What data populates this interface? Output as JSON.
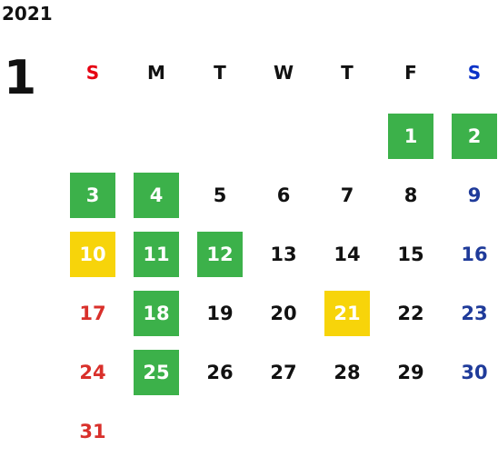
{
  "year": "2021",
  "month": "1",
  "colors": {
    "sunday_header": "#e60012",
    "saturday_header": "#0b33c8",
    "sunday": "#d9302b",
    "saturday": "#1f3b9a",
    "weekday": "#111111",
    "holiday_green": "#3cb14a",
    "highlight_yellow": "#f7d40a"
  },
  "weekdays": [
    "S",
    "M",
    "T",
    "W",
    "T",
    "F",
    "S"
  ],
  "days": [
    {
      "label": "1",
      "col": 5,
      "row": 0,
      "highlight": "green"
    },
    {
      "label": "2",
      "col": 6,
      "row": 0,
      "highlight": "green"
    },
    {
      "label": "3",
      "col": 0,
      "row": 1,
      "highlight": "green"
    },
    {
      "label": "4",
      "col": 1,
      "row": 1,
      "highlight": "green"
    },
    {
      "label": "5",
      "col": 2,
      "row": 1,
      "highlight": ""
    },
    {
      "label": "6",
      "col": 3,
      "row": 1,
      "highlight": ""
    },
    {
      "label": "7",
      "col": 4,
      "row": 1,
      "highlight": ""
    },
    {
      "label": "8",
      "col": 5,
      "row": 1,
      "highlight": ""
    },
    {
      "label": "9",
      "col": 6,
      "row": 1,
      "highlight": ""
    },
    {
      "label": "10",
      "col": 0,
      "row": 2,
      "highlight": "yellow"
    },
    {
      "label": "11",
      "col": 1,
      "row": 2,
      "highlight": "green"
    },
    {
      "label": "12",
      "col": 2,
      "row": 2,
      "highlight": "green"
    },
    {
      "label": "13",
      "col": 3,
      "row": 2,
      "highlight": ""
    },
    {
      "label": "14",
      "col": 4,
      "row": 2,
      "highlight": ""
    },
    {
      "label": "15",
      "col": 5,
      "row": 2,
      "highlight": ""
    },
    {
      "label": "16",
      "col": 6,
      "row": 2,
      "highlight": ""
    },
    {
      "label": "17",
      "col": 0,
      "row": 3,
      "highlight": ""
    },
    {
      "label": "18",
      "col": 1,
      "row": 3,
      "highlight": "green"
    },
    {
      "label": "19",
      "col": 2,
      "row": 3,
      "highlight": ""
    },
    {
      "label": "20",
      "col": 3,
      "row": 3,
      "highlight": ""
    },
    {
      "label": "21",
      "col": 4,
      "row": 3,
      "highlight": "yellow"
    },
    {
      "label": "22",
      "col": 5,
      "row": 3,
      "highlight": ""
    },
    {
      "label": "23",
      "col": 6,
      "row": 3,
      "highlight": ""
    },
    {
      "label": "24",
      "col": 0,
      "row": 4,
      "highlight": ""
    },
    {
      "label": "25",
      "col": 1,
      "row": 4,
      "highlight": "green"
    },
    {
      "label": "26",
      "col": 2,
      "row": 4,
      "highlight": ""
    },
    {
      "label": "27",
      "col": 3,
      "row": 4,
      "highlight": ""
    },
    {
      "label": "28",
      "col": 4,
      "row": 4,
      "highlight": ""
    },
    {
      "label": "29",
      "col": 5,
      "row": 4,
      "highlight": ""
    },
    {
      "label": "30",
      "col": 6,
      "row": 4,
      "highlight": ""
    },
    {
      "label": "31",
      "col": 0,
      "row": 5,
      "highlight": ""
    }
  ]
}
